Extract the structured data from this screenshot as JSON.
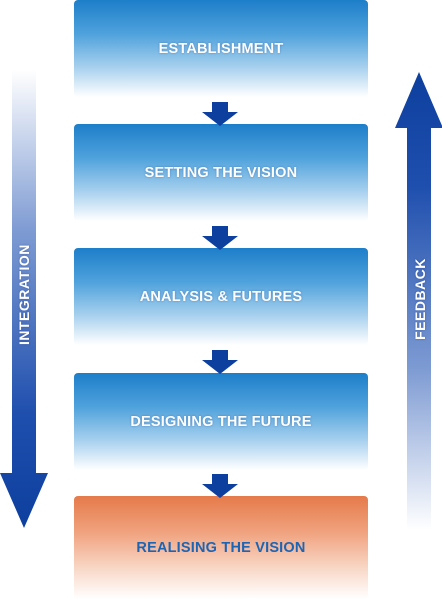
{
  "diagram": {
    "stages": [
      {
        "label": "ESTABLISHMENT",
        "theme": "blue"
      },
      {
        "label": "SETTING THE VISION",
        "theme": "blue"
      },
      {
        "label": "ANALYSIS & FUTURES",
        "theme": "blue"
      },
      {
        "label": "DESIGNING THE FUTURE",
        "theme": "blue"
      },
      {
        "label": "REALISING THE VISION",
        "theme": "orange"
      }
    ],
    "left_arrow": {
      "label": "INTEGRATION",
      "direction": "down"
    },
    "right_arrow": {
      "label": "FEEDBACK",
      "direction": "up"
    },
    "colors": {
      "dark_blue": "#0d3f9e",
      "mid_blue": "#1d7ec9",
      "orange": "#e57a4a",
      "label_blue": "#1c64b4"
    }
  }
}
